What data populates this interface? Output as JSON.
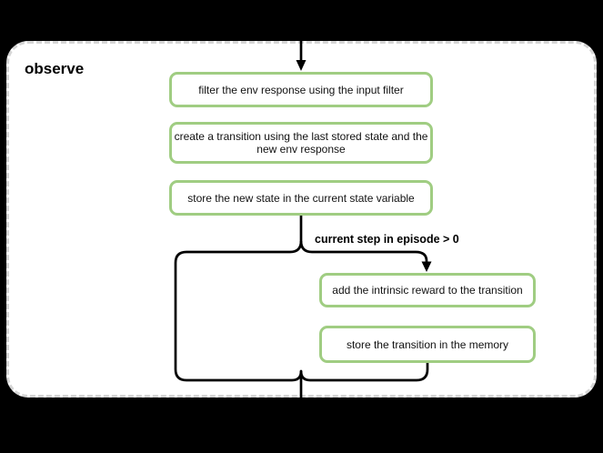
{
  "diagram": {
    "title": "observe",
    "nodes": [
      {
        "id": "filter-env-response",
        "label": "filter the env response using the input filter"
      },
      {
        "id": "create-transition",
        "label": "create a transition using the last stored state and the\nnew env response"
      },
      {
        "id": "store-new-state",
        "label": "store the new state in the current state variable"
      },
      {
        "id": "add-intrinsic-reward",
        "label": "add the intrinsic reward to the transition"
      },
      {
        "id": "store-transition",
        "label": "store the transition in the memory"
      }
    ],
    "branch_label": "current step in episode > 0",
    "colors": {
      "node_border": "#a0cd82",
      "edge": "#000000",
      "container_border": "#d5d5d5",
      "container_background": "#ffffff",
      "page_background": "#000000"
    }
  }
}
